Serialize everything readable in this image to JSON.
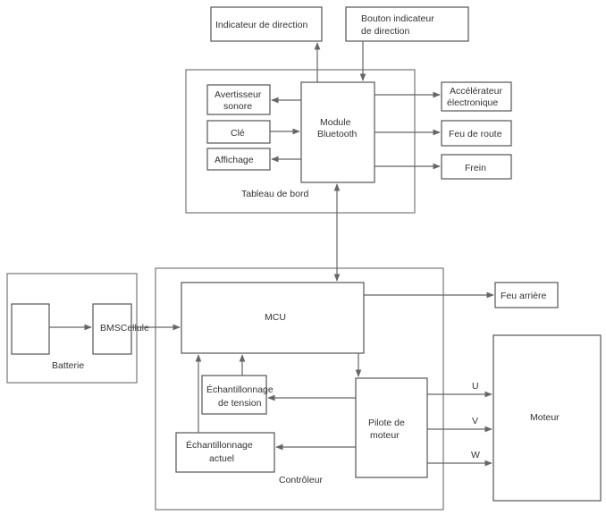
{
  "boxes": {
    "indicateur_direction": "Indicateur de direction",
    "bouton_indicateur": [
      "Bouton indicateur",
      "de direction"
    ],
    "avertisseur_sonore": [
      "Avertisseur",
      "sonore"
    ],
    "cle": "Clé",
    "affichage": "Affichage",
    "module_bluetooth": [
      "Module",
      "Bluetooth"
    ],
    "accelerateur": [
      "Accélérateur",
      "électronique"
    ],
    "feu_de_route": "Feu de route",
    "frein": "Frein",
    "bms_cellule": "BMSCellule",
    "mcu": "MCU",
    "feu_arriere": "Feu arrière",
    "echantillonnage_tension": [
      "Échantillonnage",
      "de tension"
    ],
    "echantillonnage_actuel": [
      "Échantillonnage",
      "actuel"
    ],
    "pilote_moteur": [
      "Pilote de",
      "moteur"
    ],
    "moteur": "Moteur"
  },
  "groups": {
    "tableau_de_bord": "Tableau de bord",
    "batterie": "Batterie",
    "controleur": "Contrôleur"
  },
  "phases": [
    "U",
    "V",
    "W"
  ]
}
